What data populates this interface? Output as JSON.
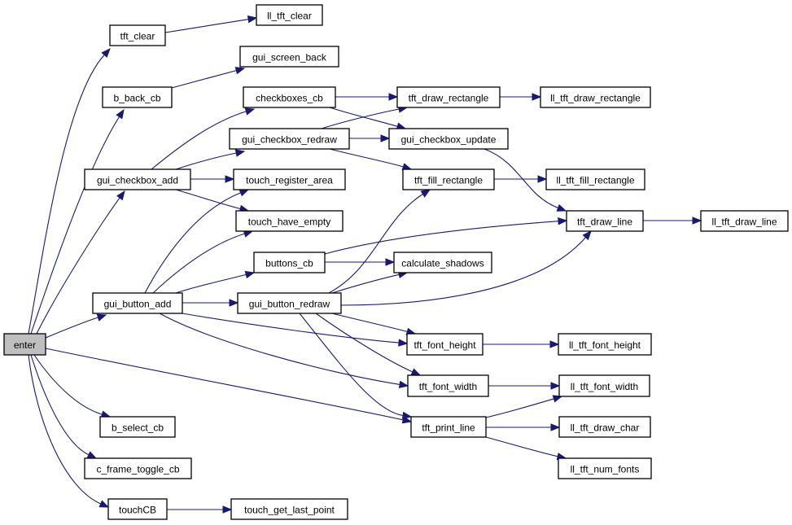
{
  "diagram": {
    "type": "call-graph",
    "root": "enter",
    "colors": {
      "edge": "#191970",
      "root_fill": "#bfbfbf",
      "node_fill": "#ffffff",
      "node_border": "#000000"
    },
    "nodes": [
      {
        "id": "enter",
        "label": "enter",
        "root": true
      },
      {
        "id": "tft_clear",
        "label": "tft_clear"
      },
      {
        "id": "ll_tft_clear",
        "label": "ll_tft_clear"
      },
      {
        "id": "gui_screen_back",
        "label": "gui_screen_back"
      },
      {
        "id": "b_back_cb",
        "label": "b_back_cb"
      },
      {
        "id": "checkboxes_cb",
        "label": "checkboxes_cb"
      },
      {
        "id": "tft_draw_rectangle",
        "label": "tft_draw_rectangle"
      },
      {
        "id": "ll_tft_draw_rectangle",
        "label": "ll_tft_draw_rectangle"
      },
      {
        "id": "gui_checkbox_redraw",
        "label": "gui_checkbox_redraw"
      },
      {
        "id": "gui_checkbox_update",
        "label": "gui_checkbox_update"
      },
      {
        "id": "gui_checkbox_add",
        "label": "gui_checkbox_add"
      },
      {
        "id": "touch_register_area",
        "label": "touch_register_area"
      },
      {
        "id": "tft_fill_rectangle",
        "label": "tft_fill_rectangle"
      },
      {
        "id": "ll_tft_fill_rectangle",
        "label": "ll_tft_fill_rectangle"
      },
      {
        "id": "touch_have_empty",
        "label": "touch_have_empty"
      },
      {
        "id": "tft_draw_line",
        "label": "tft_draw_line"
      },
      {
        "id": "ll_tft_draw_line",
        "label": "ll_tft_draw_line"
      },
      {
        "id": "buttons_cb",
        "label": "buttons_cb"
      },
      {
        "id": "calculate_shadows",
        "label": "calculate_shadows"
      },
      {
        "id": "gui_button_add",
        "label": "gui_button_add"
      },
      {
        "id": "gui_button_redraw",
        "label": "gui_button_redraw"
      },
      {
        "id": "tft_font_height",
        "label": "tft_font_height"
      },
      {
        "id": "ll_tft_font_height",
        "label": "ll_tft_font_height"
      },
      {
        "id": "tft_font_width",
        "label": "tft_font_width"
      },
      {
        "id": "ll_tft_font_width",
        "label": "ll_tft_font_width"
      },
      {
        "id": "tft_print_line",
        "label": "tft_print_line"
      },
      {
        "id": "ll_tft_draw_char",
        "label": "ll_tft_draw_char"
      },
      {
        "id": "ll_tft_num_fonts",
        "label": "ll_tft_num_fonts"
      },
      {
        "id": "b_select_cb",
        "label": "b_select_cb"
      },
      {
        "id": "c_frame_toggle_cb",
        "label": "c_frame_toggle_cb"
      },
      {
        "id": "touchCB",
        "label": "touchCB"
      },
      {
        "id": "touch_get_last_point",
        "label": "touch_get_last_point"
      }
    ],
    "edges": [
      [
        "enter",
        "tft_clear"
      ],
      [
        "enter",
        "b_back_cb"
      ],
      [
        "enter",
        "gui_checkbox_add"
      ],
      [
        "enter",
        "gui_button_add"
      ],
      [
        "enter",
        "tft_print_line"
      ],
      [
        "enter",
        "b_select_cb"
      ],
      [
        "enter",
        "c_frame_toggle_cb"
      ],
      [
        "enter",
        "touchCB"
      ],
      [
        "tft_clear",
        "ll_tft_clear"
      ],
      [
        "b_back_cb",
        "gui_screen_back"
      ],
      [
        "gui_checkbox_add",
        "checkboxes_cb"
      ],
      [
        "gui_checkbox_add",
        "gui_checkbox_redraw"
      ],
      [
        "gui_checkbox_add",
        "touch_register_area"
      ],
      [
        "gui_checkbox_add",
        "touch_have_empty"
      ],
      [
        "checkboxes_cb",
        "tft_draw_rectangle"
      ],
      [
        "checkboxes_cb",
        "gui_checkbox_update"
      ],
      [
        "gui_checkbox_redraw",
        "tft_draw_rectangle"
      ],
      [
        "gui_checkbox_redraw",
        "gui_checkbox_update"
      ],
      [
        "gui_checkbox_redraw",
        "tft_fill_rectangle"
      ],
      [
        "tft_draw_rectangle",
        "ll_tft_draw_rectangle"
      ],
      [
        "gui_checkbox_update",
        "tft_draw_line"
      ],
      [
        "tft_fill_rectangle",
        "ll_tft_fill_rectangle"
      ],
      [
        "tft_draw_line",
        "ll_tft_draw_line"
      ],
      [
        "gui_button_add",
        "touch_register_area"
      ],
      [
        "gui_button_add",
        "touch_have_empty"
      ],
      [
        "gui_button_add",
        "buttons_cb"
      ],
      [
        "gui_button_add",
        "gui_button_redraw"
      ],
      [
        "gui_button_add",
        "tft_font_height"
      ],
      [
        "gui_button_add",
        "tft_font_width"
      ],
      [
        "buttons_cb",
        "tft_draw_line"
      ],
      [
        "buttons_cb",
        "calculate_shadows"
      ],
      [
        "gui_button_redraw",
        "tft_fill_rectangle"
      ],
      [
        "gui_button_redraw",
        "calculate_shadows"
      ],
      [
        "gui_button_redraw",
        "tft_draw_line"
      ],
      [
        "gui_button_redraw",
        "tft_font_height"
      ],
      [
        "gui_button_redraw",
        "tft_font_width"
      ],
      [
        "gui_button_redraw",
        "tft_print_line"
      ],
      [
        "tft_font_height",
        "ll_tft_font_height"
      ],
      [
        "tft_font_width",
        "ll_tft_font_width"
      ],
      [
        "tft_print_line",
        "ll_tft_font_width"
      ],
      [
        "tft_print_line",
        "ll_tft_draw_char"
      ],
      [
        "tft_print_line",
        "ll_tft_num_fonts"
      ],
      [
        "touchCB",
        "touch_get_last_point"
      ]
    ]
  }
}
